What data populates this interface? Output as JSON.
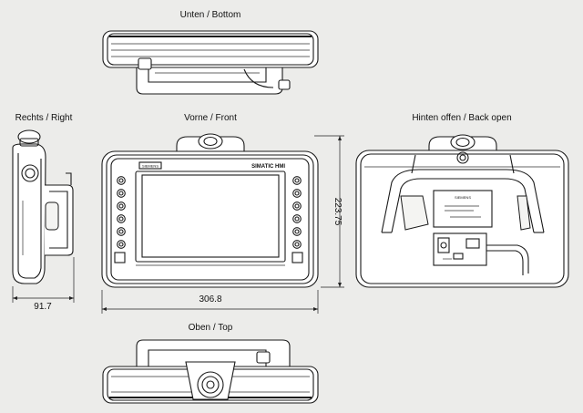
{
  "views": {
    "bottom": "Unten / Bottom",
    "right": "Rechts / Right",
    "front": "Vorne / Front",
    "back": "Hinten offen / Back open",
    "top": "Oben / Top"
  },
  "dimensions": {
    "depth": "91.7",
    "width": "306.8",
    "height": "223.75"
  },
  "labels": {
    "brand": "SIMATIC HMI",
    "maker": "SIEMENS"
  }
}
